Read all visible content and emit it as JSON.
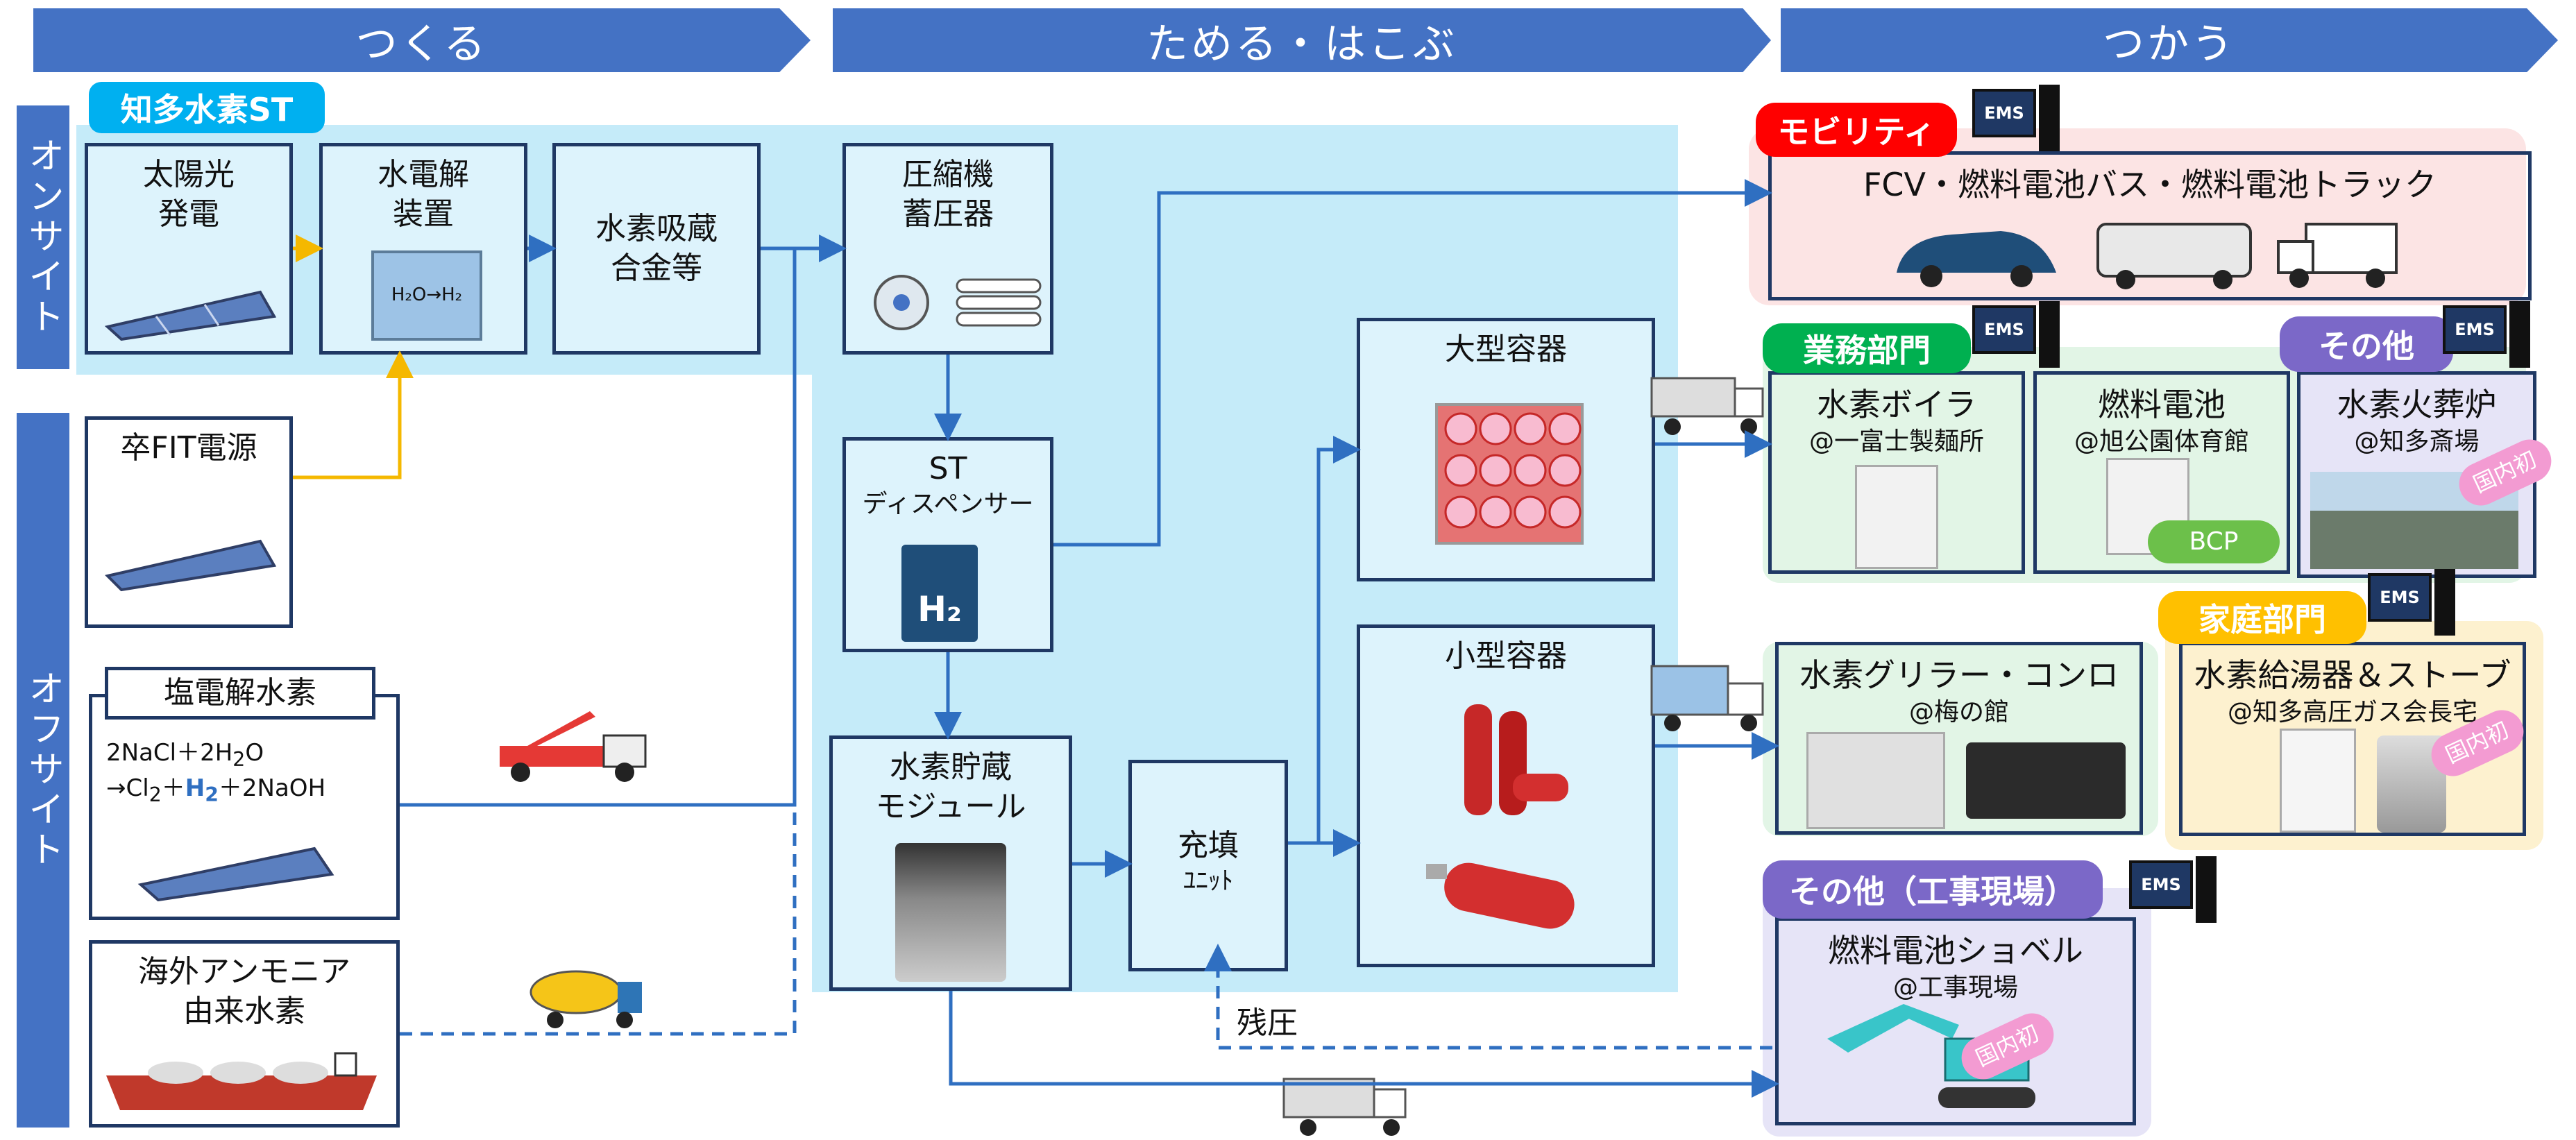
{
  "phases": {
    "make": "つくる",
    "store": "ためる・はこぶ",
    "use": "つかう"
  },
  "sides": {
    "onsite": "オンサイト",
    "offsite": "オフサイト"
  },
  "station_tag": "知多水素ST",
  "produce": {
    "solar": "太陽光\n発電",
    "electrolyzer": "水電解\n装置",
    "alloy": "水素吸蔵\n合金等",
    "fit": "卒FIT電源",
    "chlor_title": "塩電解水素",
    "chlor_eq1": "2NaCl＋2H",
    "chlor_eq1_sub": "2",
    "chlor_eq1_end": "O",
    "chlor_eq2_a": "→Cl",
    "chlor_eq2_sub1": "2",
    "chlor_eq2_b": "＋",
    "chlor_eq2_h": "H",
    "chlor_eq2_sub2": "2",
    "chlor_eq2_c": "＋2NaOH",
    "ammonia": "海外アンモニア\n由来水素",
    "electrolyzer_icon_label": "H₂O→H₂"
  },
  "store": {
    "compressor": "圧縮機\n蓄圧器",
    "dispenser_title": "ST",
    "dispenser_sub": "ディスペンサー",
    "dispenser_icon": "H₂",
    "storage_module": "水素貯蔵\nモジュール",
    "fill_unit_title": "充填",
    "fill_unit_sub": "ﾕﾆｯﾄ",
    "large_container": "大型容器",
    "small_container": "小型容器",
    "residual": "残圧"
  },
  "use": {
    "ems": "EMS",
    "mobility_tag": "モビリティ",
    "mobility_text": "FCV・燃料電池バス・燃料電池トラック",
    "business_tag": "業務部門",
    "boiler_title": "水素ボイラ",
    "boiler_place": "@一富士製麺所",
    "fuelcell_title": "燃料電池",
    "fuelcell_place": "@旭公園体育館",
    "bcp": "BCP",
    "other_tag": "その他",
    "crematorium_title": "水素火葬炉",
    "crematorium_place": "@知多斎場",
    "domestic_first": "国内初",
    "griller_title": "水素グリラー・コンロ",
    "griller_place": "@梅の館",
    "home_tag": "家庭部門",
    "heater_title": "水素給湯器＆ストーブ",
    "heater_place": "@知多高圧ガス会長宅",
    "construction_tag": "その他（工事現場）",
    "shovel_title": "燃料電池ショベル",
    "shovel_place": "@工事現場"
  },
  "colors": {
    "phase_bar": "#4472C4",
    "zone_blue": "#C5EBF9",
    "box_border": "#1F3864",
    "arrow": "#2F6FC1",
    "fit_arrow": "#F5B800",
    "mobility_tag": "#FF0000",
    "business_tag": "#00B050",
    "other_tag": "#7B68C8",
    "home_tag": "#FFC000",
    "station_tag": "#00B0F0",
    "domestic_first_badge": "#F39BD2",
    "bcp_badge": "#6CC04A"
  }
}
